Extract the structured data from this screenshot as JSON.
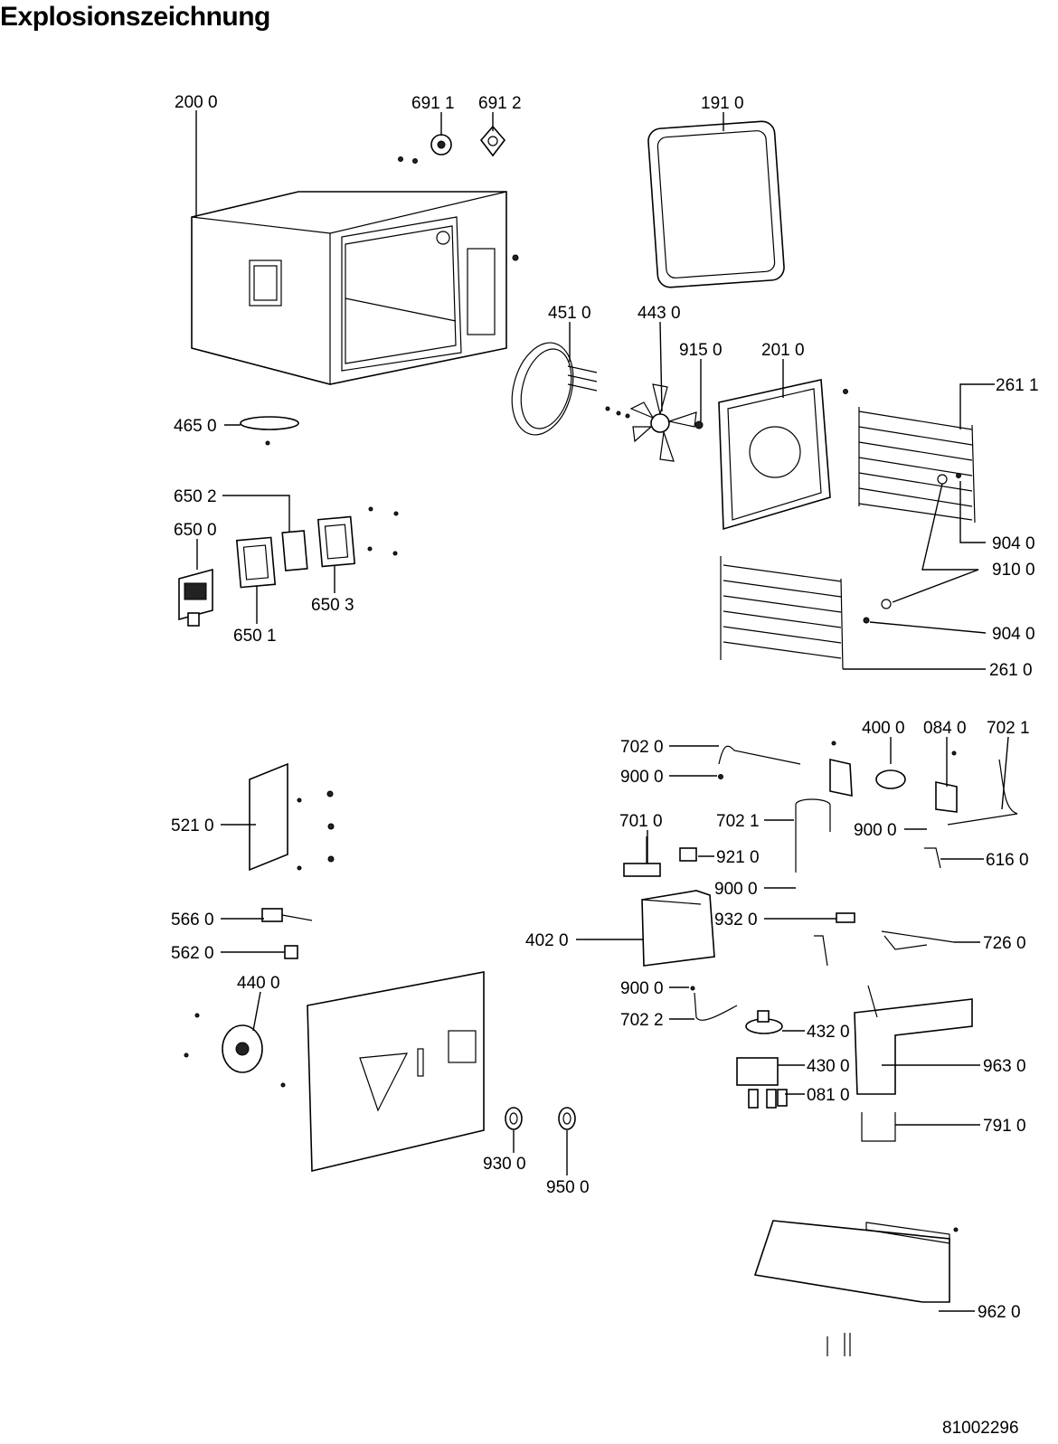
{
  "title": "Explosionszeichnung",
  "document_number": "81002296",
  "part_labels": [
    "200 0",
    "691 1",
    "691 2",
    "191 0",
    "451 0",
    "443 0",
    "915 0",
    "201 0",
    "261 1",
    "465 0",
    "650 2",
    "650 0",
    "650 1",
    "650 3",
    "904 0",
    "910 0",
    "904 0",
    "261 0",
    "702 0",
    "900 0",
    "400 0",
    "084 0",
    "702 1",
    "521 0",
    "701 0",
    "702 1",
    "900 0",
    "921 0",
    "616 0",
    "900 0",
    "932 0",
    "566 0",
    "402 0",
    "726 0",
    "562 0",
    "440 0",
    "900 0",
    "702 2",
    "432 0",
    "430 0",
    "963 0",
    "081 0",
    "791 0",
    "930 0",
    "950 0",
    "962 0"
  ]
}
